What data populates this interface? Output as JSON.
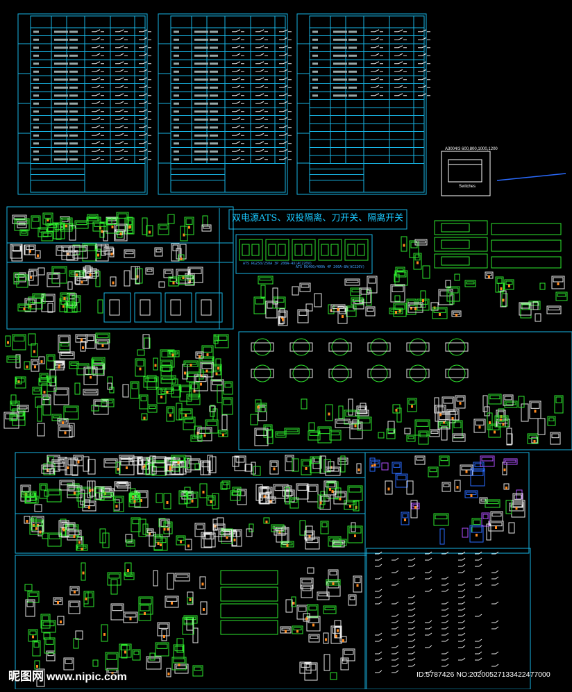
{
  "banner_title": "双电源ATS、双投隔离、刀开关、隔离开关",
  "ats_label_1": "ATS RG250/250A 3P 200A-4X(AC220V)",
  "ats_label_2": "ATS RG400/400A 4P 200A-8A(AC220V)",
  "switches_box": {
    "title": "A3004/3 600,800,1000,1200",
    "caption": "Switches"
  },
  "watermark": {
    "logo_text": "昵图网",
    "site": "www.nipic.com"
  },
  "image_id": "ID:5787426 NO:20200527133422477000",
  "colors": {
    "background": "#000000",
    "frame_cyan": "#18b6e6",
    "symbol_green": "#2ee82e",
    "symbol_white": "#e8e8e8",
    "accent_blue": "#2a6bff",
    "accent_orange": "#ff8a1e",
    "accent_red": "#ff3030",
    "accent_purple": "#b050ff"
  }
}
